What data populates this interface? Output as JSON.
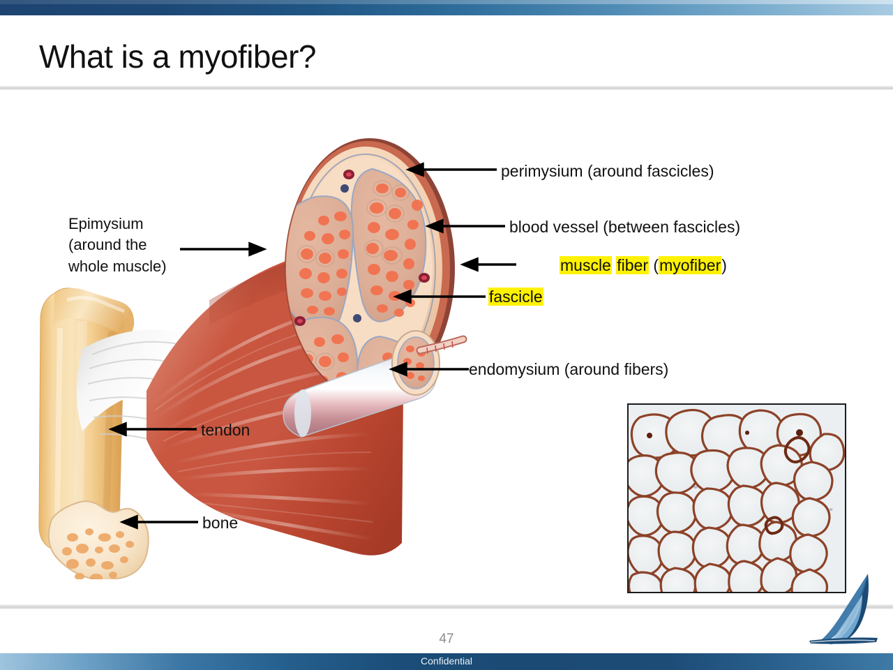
{
  "slide": {
    "title": "What is a myofiber?",
    "page_number": "47",
    "confidential_label": "Confidential",
    "accent_dark": "#1b4d78",
    "accent_light": "#a8cbe2",
    "highlight_color": "#fff200",
    "text_color": "#111111"
  },
  "labels": {
    "perimysium": "perimysium (around fascicles)",
    "blood_vessel": "blood vessel (between fascicles)",
    "muscle_fiber": {
      "word1": "muscle",
      "word2": "fiber",
      "open_paren": "(",
      "word3": "myofiber",
      "close_paren": ")"
    },
    "fascicle": "fascicle",
    "endomysium": "endomysium (around fibers)",
    "epimysium_line1": "Epimysium",
    "epimysium_line2": "(around the",
    "epimysium_line3": "whole muscle)",
    "tendon": "tendon",
    "bone": "bone"
  },
  "micrograph": {
    "description": "muscle-fiber-cross-section-immunostain"
  },
  "logo": {
    "name": "sailboat-logo",
    "sail_dark": "#1b4a75",
    "sail_light": "#7fb3d8",
    "hull": "#1b4a75"
  }
}
